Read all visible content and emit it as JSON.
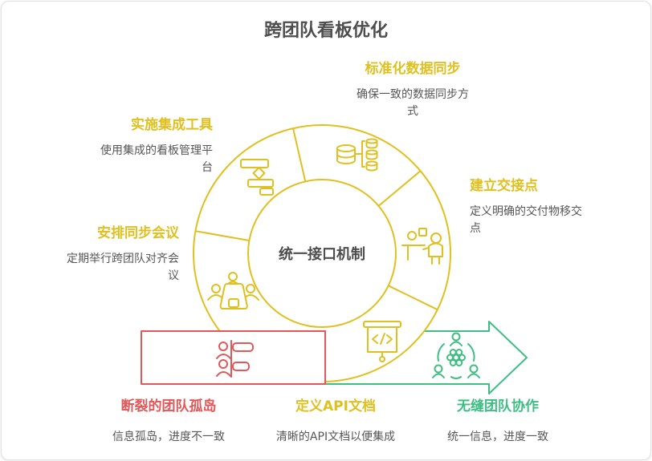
{
  "title": "跨团队看板优化",
  "center_label": "统一接口机制",
  "colors": {
    "yellow": "#E0C020",
    "red": "#E25757",
    "green": "#3EBE82",
    "heading_dark": "#4D4D4D",
    "body_gray": "#565656",
    "card_border": "#E2E2E2"
  },
  "labels": {
    "standardize": {
      "heading": "标准化数据同步",
      "desc": "确保一致的数据同步方式"
    },
    "tools": {
      "heading": "实施集成工具",
      "desc": "使用集成的看板管理平台"
    },
    "handoff": {
      "heading": "建立交接点",
      "desc": "定义明确的交付物移交点"
    },
    "meetings": {
      "heading": "安排同步会议",
      "desc": "定期举行跨团队对齐会议"
    },
    "silos": {
      "heading": "断裂的团队孤岛",
      "desc": "信息孤岛，进度不一致"
    },
    "api": {
      "heading": "定义API文档",
      "desc": "清晰的API文档以便集成"
    },
    "collab": {
      "heading": "无缝团队协作",
      "desc": "统一信息，进度一致"
    }
  },
  "icons": {
    "tools": "kanban-timeline-icon",
    "standardize": "database-sync-icon",
    "handoff": "handoff-presentation-icon",
    "meetings": "team-meeting-icon",
    "api": "code-presentation-icon",
    "silos": "fragmented-teams-icon",
    "collab": "team-collaboration-gear-icon"
  }
}
